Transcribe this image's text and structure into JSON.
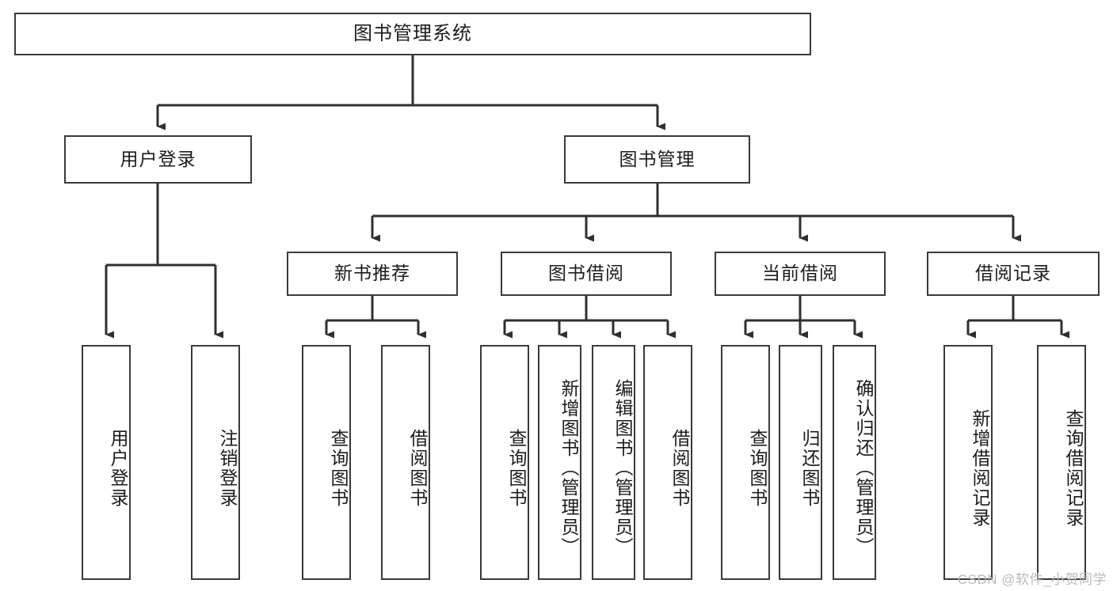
{
  "diagram": {
    "title": "图书管理系统",
    "type": "tree-hierarchy-chart",
    "watermark": "CSDN @软件_小贺同学",
    "colors": {
      "box_border": "#3a3a3a",
      "box_fill": "#ffffff",
      "connector": "#2f2f2f",
      "text": "#1c1c1c",
      "watermark": "#b9b9b9"
    }
  },
  "nodes": {
    "root": {
      "label": "图书管理系统"
    },
    "level2": [
      {
        "label": "用户登录"
      },
      {
        "label": "图书管理"
      }
    ],
    "level3": [
      {
        "label": "新书推荐"
      },
      {
        "label": "图书借阅"
      },
      {
        "label": "当前借阅"
      },
      {
        "label": "借阅记录"
      }
    ],
    "leaves": {
      "user_login": [
        {
          "label": "用户登录"
        },
        {
          "label": "注销登录"
        }
      ],
      "new_book": [
        {
          "label": "查询图书"
        },
        {
          "label": "借阅图书"
        }
      ],
      "book_borrow": [
        {
          "label": "查询图书"
        },
        {
          "label": "新增图书（管理员）"
        },
        {
          "label": "编辑图书（管理员）"
        },
        {
          "label": "借阅图书"
        }
      ],
      "current_borrow": [
        {
          "label": "查询图书"
        },
        {
          "label": "归还图书"
        },
        {
          "label": "确认归还（管理员）"
        }
      ],
      "borrow_record": [
        {
          "label": "新增借阅记录"
        },
        {
          "label": "查询借阅记录"
        }
      ]
    }
  },
  "chart_data": {
    "type": "table",
    "title": "图书管理系统",
    "hierarchy": [
      {
        "label": "图书管理系统",
        "level": 1,
        "children": [
          {
            "label": "用户登录",
            "level": 2,
            "children": [
              {
                "label": "用户登录",
                "level": 3
              },
              {
                "label": "注销登录",
                "level": 3
              }
            ]
          },
          {
            "label": "图书管理",
            "level": 2,
            "children": [
              {
                "label": "新书推荐",
                "level": 3,
                "children": [
                  {
                    "label": "查询图书",
                    "level": 4
                  },
                  {
                    "label": "借阅图书",
                    "level": 4
                  }
                ]
              },
              {
                "label": "图书借阅",
                "level": 3,
                "children": [
                  {
                    "label": "查询图书",
                    "level": 4
                  },
                  {
                    "label": "新增图书（管理员）",
                    "level": 4
                  },
                  {
                    "label": "编辑图书（管理员）",
                    "level": 4
                  },
                  {
                    "label": "借阅图书",
                    "level": 4
                  }
                ]
              },
              {
                "label": "当前借阅",
                "level": 3,
                "children": [
                  {
                    "label": "查询图书",
                    "level": 4
                  },
                  {
                    "label": "归还图书",
                    "level": 4
                  },
                  {
                    "label": "确认归还（管理员）",
                    "level": 4
                  }
                ]
              },
              {
                "label": "借阅记录",
                "level": 3,
                "children": [
                  {
                    "label": "新增借阅记录",
                    "level": 4
                  },
                  {
                    "label": "查询借阅记录",
                    "level": 4
                  }
                ]
              }
            ]
          }
        ]
      }
    ]
  }
}
